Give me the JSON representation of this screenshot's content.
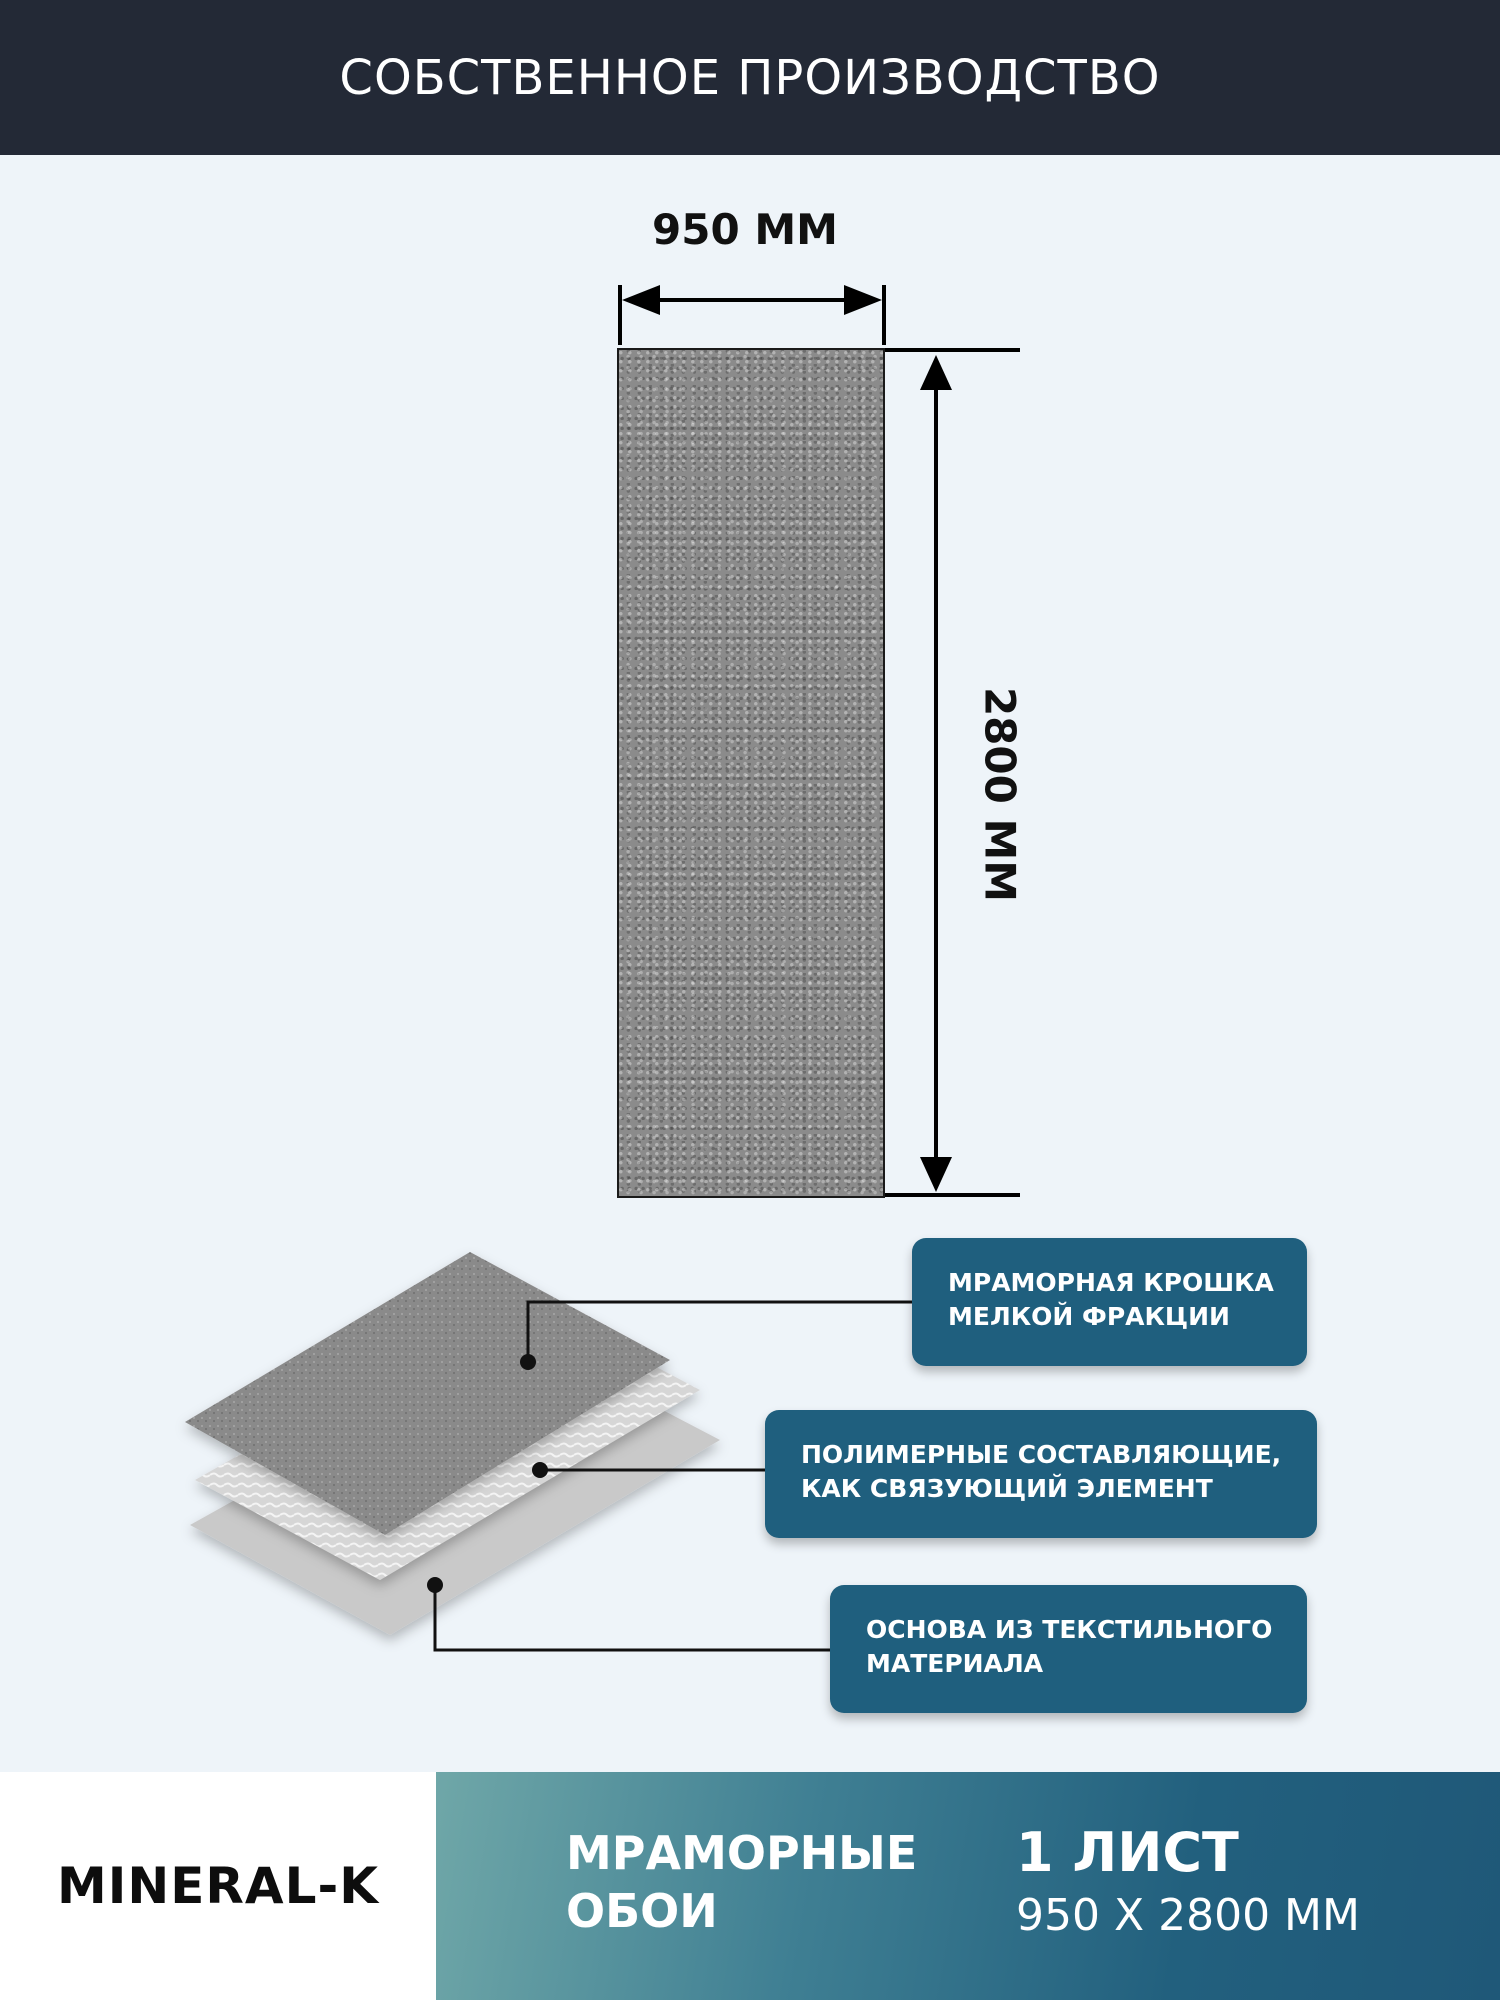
{
  "header": {
    "title": "СОБСТВЕННОЕ ПРОИЗВОДСТВО"
  },
  "dimensions": {
    "width_label": "950 ММ",
    "height_label": "2800 ММ"
  },
  "layers": [
    {
      "line1": "МРАМОРНАЯ КРОШКА",
      "line2": "МЕЛКОЙ ФРАКЦИИ"
    },
    {
      "line1": "ПОЛИМЕРНЫЕ СОСТАВЛЯЮЩИЕ,",
      "line2": "КАК СВЯЗУЮЩИЙ ЭЛЕМЕНТ"
    },
    {
      "line1": "ОСНОВА ИЗ ТЕКСТИЛЬНОГО",
      "line2": "МАТЕРИАЛА"
    }
  ],
  "footer": {
    "brand": "MINERAL-K",
    "product_line1": "МРАМОРНЫЕ",
    "product_line2": "ОБОИ",
    "quantity": "1 ЛИСТ",
    "size": "950 X 2800 ММ"
  },
  "colors": {
    "header_bg": "#232936",
    "page_bg": "#eef4f9",
    "callout_bg": "#1f5f7e",
    "panel_gray": "#8b8b8b"
  }
}
